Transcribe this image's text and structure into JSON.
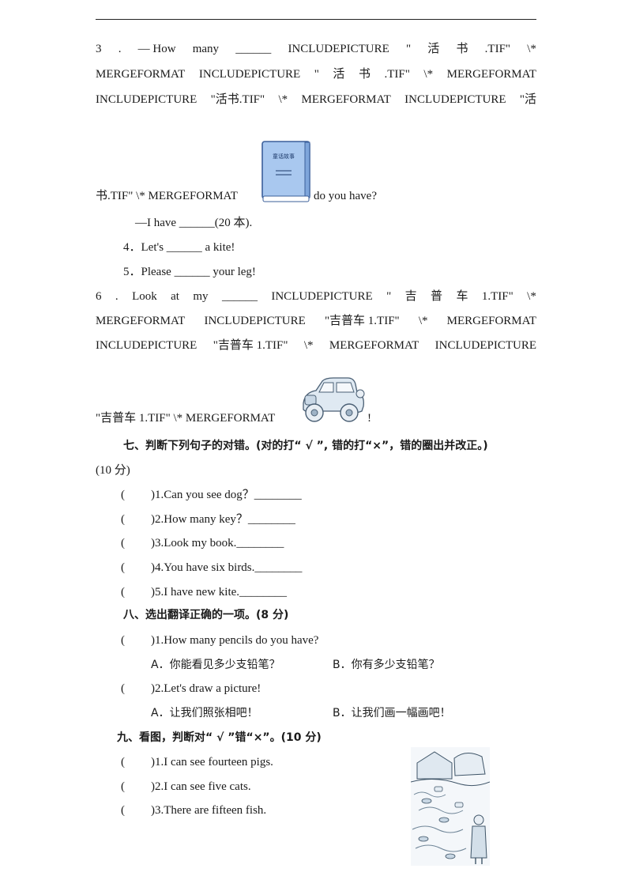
{
  "q3": {
    "line1": [
      "3",
      ".",
      "— How",
      "many",
      "______",
      "INCLUDEPICTURE",
      "\"",
      "活",
      "书",
      ".TIF\"",
      "\\*"
    ],
    "line2": [
      "MERGEFORMAT",
      "INCLUDEPICTURE",
      "\"",
      "活",
      "书",
      ".TIF\"",
      "\\*",
      "MERGEFORMAT"
    ],
    "line3": [
      "INCLUDEPICTURE",
      "\"活书.TIF\"",
      "\\*",
      "MERGEFORMAT",
      "INCLUDEPICTURE",
      "\"活"
    ],
    "line4_left": "书.TIF\"  \\*  MERGEFORMAT",
    "line4_right": "do  you  have?",
    "book_cover_text": "童话故事",
    "answer": "—I  have  ______(20 本)."
  },
  "q4": "4．Let's ______ a kite!",
  "q5": "5．Please ______ your leg!",
  "q6": {
    "line1": [
      "6",
      ".",
      "Look",
      "at",
      "my",
      "______",
      "INCLUDEPICTURE",
      "\"",
      "吉",
      "普",
      "车",
      "1.TIF\"",
      "\\*"
    ],
    "line2": [
      "MERGEFORMAT",
      "INCLUDEPICTURE",
      "\"吉普车 1.TIF\"",
      "\\*",
      "MERGEFORMAT"
    ],
    "line3": [
      "INCLUDEPICTURE",
      "\"吉普车 1.TIF\"",
      "\\*",
      "MERGEFORMAT",
      "INCLUDEPICTURE"
    ],
    "line4_left": "\"吉普车 1.TIF\"  \\*  MERGEFORMAT",
    "line4_right": "!"
  },
  "sec7": {
    "title": "七、判断下列句子的对错。(对的打“ √ ”, 错的打“×”，错的圈出并改正。)",
    "score": "(10 分)",
    "items": [
      {
        "paren": "(",
        "text": ")1.Can you see dog？________"
      },
      {
        "paren": "(",
        "text": ")2.How many key？________"
      },
      {
        "paren": "(",
        "text": ")3.Look my book.________"
      },
      {
        "paren": "(",
        "text": ")4.You have six birds.________"
      },
      {
        "paren": "(",
        "text": ")5.I have new kite.________"
      }
    ]
  },
  "sec8": {
    "title": "八、选出翻译正确的一项。(8 分)",
    "q1": {
      "paren": "(",
      "text": ")1.How many pencils do you have?",
      "a": "A．你能看见多少支铅笔？",
      "b": "B．你有多少支铅笔？"
    },
    "q2": {
      "paren": "(",
      "text": ")2.Let's draw a picture!",
      "a": "A．让我们照张相吧！",
      "b": "B．让我们画一幅画吧！"
    }
  },
  "sec9": {
    "title": "九、看图，判断对“ √ ”错“×”。(10 分)",
    "items": [
      {
        "paren": "(",
        "text": ")1.I can see fourteen pigs."
      },
      {
        "paren": "(",
        "text": ")2.I can see five cats."
      },
      {
        "paren": "(",
        "text": ")3.There are fifteen fish."
      }
    ]
  }
}
